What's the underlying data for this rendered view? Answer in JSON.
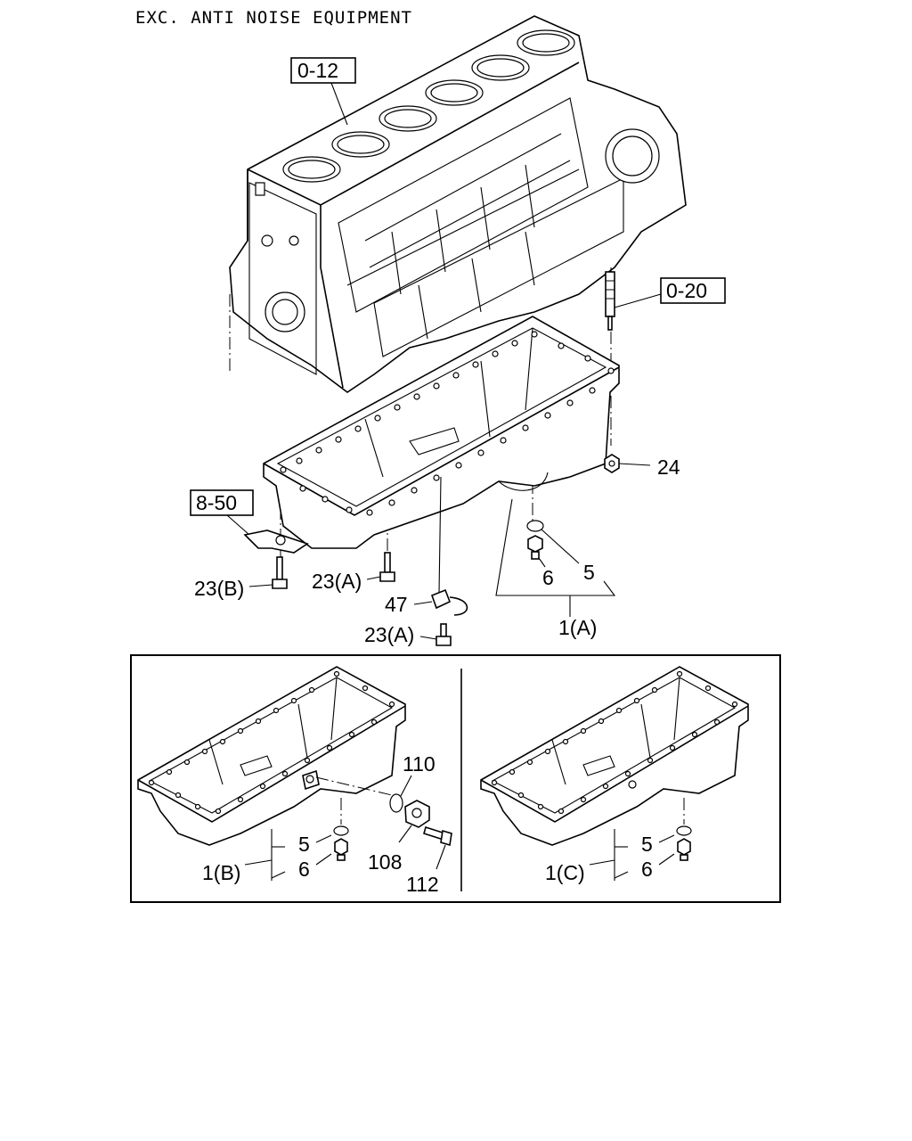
{
  "header": {
    "title": "EXC. ANTI NOISE EQUIPMENT"
  },
  "refs": {
    "block": "0-12",
    "sensor": "0-20",
    "bracket": "8-50"
  },
  "labels": {
    "nut": "24",
    "gasket_main": "5",
    "plug_main": "6",
    "pan_a": "1(A)",
    "bolt_b": "23(B)",
    "bolt_a1": "23(A)",
    "clip": "47",
    "bolt_a2": "23(A)",
    "oring_110": "110",
    "part_108": "108",
    "bolt_112": "112",
    "pan_b": "1(B)",
    "gasket_b": "5",
    "plug_b": "6",
    "pan_c": "1(C)",
    "gasket_c": "5",
    "plug_c": "6"
  }
}
